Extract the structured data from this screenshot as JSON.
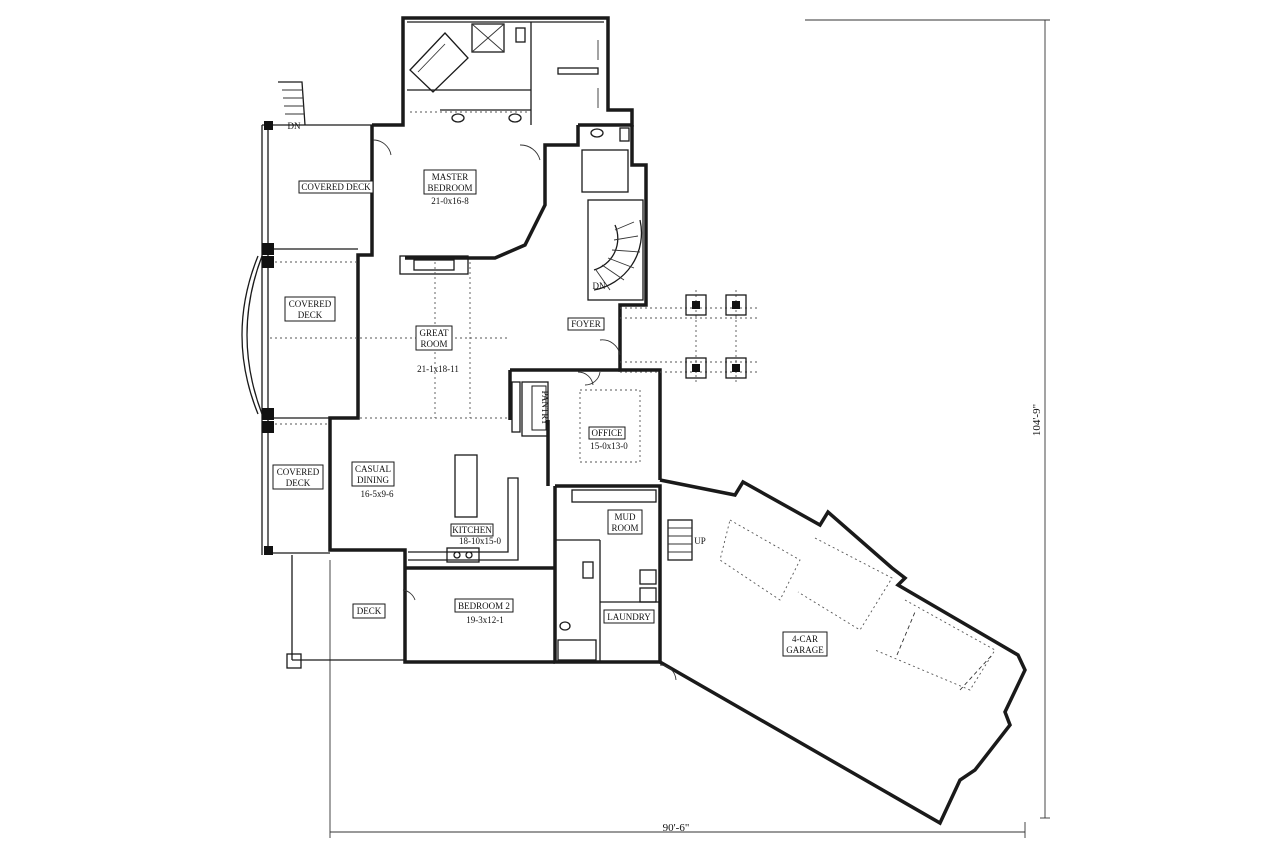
{
  "dimensions": {
    "overall_width": "90'-6\"",
    "overall_depth": "104'-9\""
  },
  "rooms": {
    "master_bedroom": {
      "name_line1": "MASTER",
      "name_line2": "BEDROOM",
      "size": "21-0x16-8"
    },
    "covered_deck_top": {
      "name": "COVERED DECK"
    },
    "covered_deck_mid": {
      "name_line1": "COVERED",
      "name_line2": "DECK"
    },
    "covered_deck_low": {
      "name_line1": "COVERED",
      "name_line2": "DECK"
    },
    "great_room": {
      "name_line1": "GREAT",
      "name_line2": "ROOM",
      "size": "21-1x18-11"
    },
    "foyer": {
      "name": "FOYER"
    },
    "pantry": {
      "name": "PANTRY"
    },
    "office": {
      "name": "OFFICE",
      "size": "15-0x13-0"
    },
    "casual_dining": {
      "name_line1": "CASUAL",
      "name_line2": "DINING",
      "size": "16-5x9-6"
    },
    "kitchen": {
      "name": "KITCHEN",
      "size": "18-10x15-0"
    },
    "mud_room": {
      "name_line1": "MUD",
      "name_line2": "ROOM"
    },
    "deck": {
      "name": "DECK"
    },
    "bedroom_2": {
      "name": "BEDROOM 2",
      "size": "19-3x12-1"
    },
    "laundry": {
      "name": "LAUNDRY"
    },
    "garage": {
      "name_line1": "4-CAR",
      "name_line2": "GARAGE"
    }
  },
  "stair_marks": {
    "down_top": "DN",
    "down_stair": "DN",
    "up_garage": "UP"
  }
}
